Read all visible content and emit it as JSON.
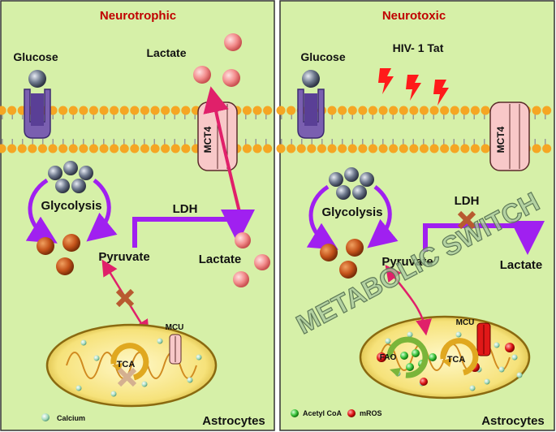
{
  "panels": {
    "left": {
      "title": "Neurotrophic",
      "glucose": "Glucose",
      "lactate_out": "Lactate",
      "transporter": "MCT4",
      "glycolysis": "Glycolysis",
      "ldh": "LDH",
      "pyruvate": "Pyruvate",
      "lactate_in": "Lactate",
      "mcu": "MCU",
      "tca": "TCA",
      "calcium_legend": "Calcium",
      "cell": "Astrocytes"
    },
    "right": {
      "title": "Neurotoxic",
      "glucose": "Glucose",
      "tat": "HIV- 1 Tat",
      "transporter": "MCT4",
      "glycolysis": "Glycolysis",
      "ldh": "LDH",
      "pyruvate": "Pyruvate",
      "lactate_in": "Lactate",
      "mcu": "MCU",
      "fao": "FAO",
      "tca": "TCA",
      "acetyl_legend": "Acetyl CoA",
      "mros_legend": "mROS",
      "cell": "Astrocytes",
      "watermark": "METABOLIC SWITCH"
    }
  },
  "colors": {
    "panel_bg": "#d6f0a8",
    "membrane_head": "#f5a623",
    "lactate": "#f28b8b",
    "pyruvate": "#c4531a",
    "glucose": "#6a7080",
    "arrow_purple": "#a020f0",
    "arrow_pink": "#e0206a",
    "title_red": "#c00000"
  }
}
